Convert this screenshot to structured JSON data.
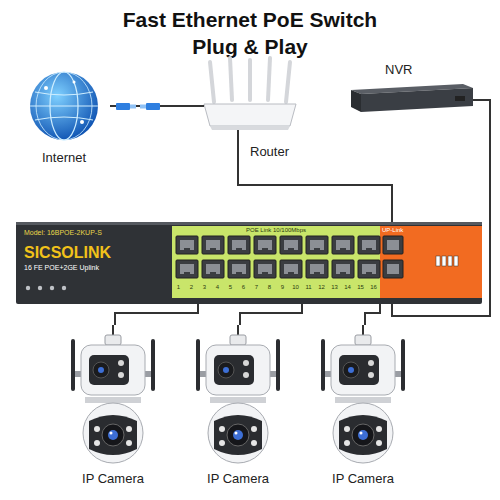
{
  "diagram": {
    "title": "Fast Ethernet PoE Switch",
    "nodes": [
      {
        "text": [
          "Internet"
        ]
      },
      {
        "text": [
          "Router"
        ]
      },
      {
        "text": [
          "NVR"
        ]
      },
      {
        "text": [
          "Model: 16BPOE-2KUP-S",
          "SICSOLINK",
          "16 FE POE+2GE Uplink",
          "POE Link 10/100Mbps",
          "UP-Link"
        ]
      },
      {
        "text": [
          "IP Camera"
        ]
      },
      {
        "text": [
          "IP Camera"
        ]
      },
      {
        "text": [
          "IP Camera"
        ]
      }
    ],
    "edges": [
      {
        "from": 0,
        "to": 1,
        "arrow": "none"
      },
      {
        "from": 1,
        "to": 3,
        "arrow": "none"
      },
      {
        "from": 2,
        "to": 3,
        "arrow": "none"
      },
      {
        "from": 3,
        "to": 4,
        "arrow": "none"
      },
      {
        "from": 3,
        "to": 5,
        "arrow": "none"
      },
      {
        "from": 3,
        "to": 6,
        "arrow": "none"
      }
    ],
    "labels": [
      "Plug & Play",
      "1",
      "2",
      "3",
      "4",
      "5",
      "6",
      "7",
      "8",
      "9",
      "10",
      "11",
      "12",
      "13",
      "14",
      "15",
      "16"
    ]
  }
}
